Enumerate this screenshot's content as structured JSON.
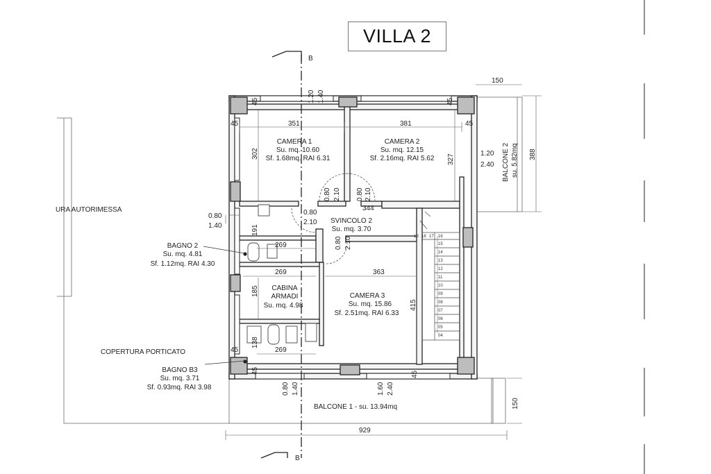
{
  "title": "VILLA 2",
  "section_marks": [
    "B",
    "B"
  ],
  "rooms": {
    "camera1": {
      "name": "CAMERA 1",
      "area": "Su. mq. 10.60",
      "window": "Sf. 1.68mq. RAI 6.31"
    },
    "camera2": {
      "name": "CAMERA 2",
      "area": "Su. mq. 12.15",
      "window": "Sf. 2.16mq. RAI 5.62"
    },
    "svincolo": {
      "name": "SVINCOLO 2",
      "area": "Su. mq. 3.70"
    },
    "bagno2": {
      "name": "BAGNO 2",
      "area": "Su. mq. 4.81",
      "window": "Sf. 1.12mq. RAI 4.30"
    },
    "cabina": {
      "name_line1": "CABINA",
      "name_line2": "ARMADI",
      "area": "Su. mq. 4.98"
    },
    "camera3": {
      "name": "CAMERA 3",
      "area": "Su. mq. 15.86",
      "window": "Sf. 2.51mq. RAI 6.33"
    },
    "bagnob3": {
      "name": "BAGNO B3",
      "area": "Su. mq. 3.71",
      "window": "Sf. 0.93mq. RAI 3.98"
    }
  },
  "outside_labels": {
    "autorimessa": "URA AUTORIMESSA",
    "porticato": "COPERTURA PORTICATO",
    "balcone1": "BALCONE 1 - su. 13.94mq",
    "balcone2_name": "BALCONE 2",
    "balcone2_area": "su. 5.82mq"
  },
  "dimensions": {
    "d150_top": "150",
    "d120_top": "1.20",
    "d140_top": "1.40",
    "d45_a": "45",
    "d45_b": "45",
    "d45_c": "45",
    "d45_d": "45",
    "d45_e": "45",
    "d45_f": "45",
    "d351": "351",
    "d381": "381",
    "d302": "302",
    "d327": "327",
    "d120_right": "1.20",
    "d240_right": "2.40",
    "d388": "388",
    "d080_a": "0.80",
    "d210_a": "2.10",
    "d080_b": "0.80",
    "d210_b": "2.10",
    "d344": "344",
    "d080_left": "0.80",
    "d140_left": "1.40",
    "d080_c": "0.80",
    "d210_c": "2.10",
    "d080_d": "0.80",
    "d210_d": "2.10",
    "d191": "191",
    "d269_a": "269",
    "d269_b": "269",
    "d363": "363",
    "d185": "185",
    "d415": "415",
    "d138": "138",
    "d269_c": "269",
    "d080_bottom": "0.80",
    "d140_bottom": "1.40",
    "d160_bottom": "1.60",
    "d240_bottom": "2.40",
    "d150_right": "150",
    "d929": "929"
  },
  "stair_numbers": [
    "19",
    "18",
    "17",
    "16",
    "15",
    "14",
    "13",
    "12",
    "11",
    "10",
    "09",
    "08",
    "07",
    "06",
    "05",
    "04"
  ]
}
